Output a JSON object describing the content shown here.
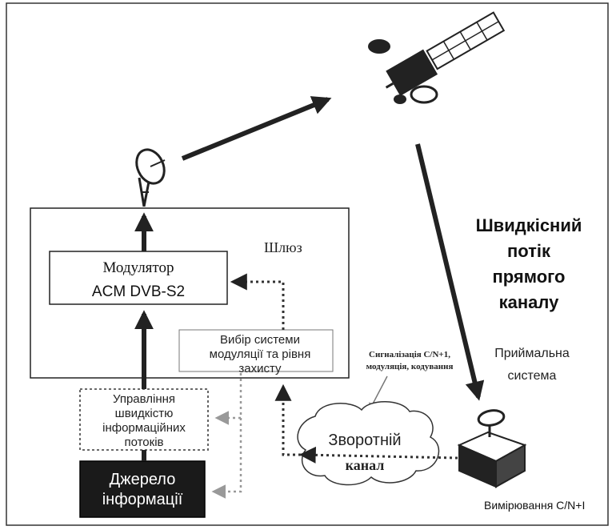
{
  "gateway": {
    "label": "Шлюз"
  },
  "modulator": {
    "line1": "Модулятор",
    "line2": "ACM DVB-S2"
  },
  "mod_select": {
    "line1": "Вибір системи",
    "line2": "модуляції та рівня",
    "line3": "захисту"
  },
  "rate_control": {
    "line1": "Управління",
    "line2": "швидкістю",
    "line3": "інформаційних",
    "line4": "потоків"
  },
  "source": {
    "line1": "Джерело",
    "line2": "інформації"
  },
  "forward_channel": {
    "line1": "Швидкісний",
    "line2": "потік",
    "line3": "прямого",
    "line4": "каналу"
  },
  "receiver": {
    "line1": "Приймальна",
    "line2": "система"
  },
  "return_channel": {
    "line1": "Зворотній",
    "line2": "канал"
  },
  "signalling": {
    "line1": "Сигналізація C/N+1,",
    "line2": "модуляція, кодування"
  },
  "measurement": {
    "label": "Вимірювання С/N+I"
  },
  "colors": {
    "line": "#222222",
    "source_fill": "#1a1a1a",
    "dotted": "#888888"
  }
}
